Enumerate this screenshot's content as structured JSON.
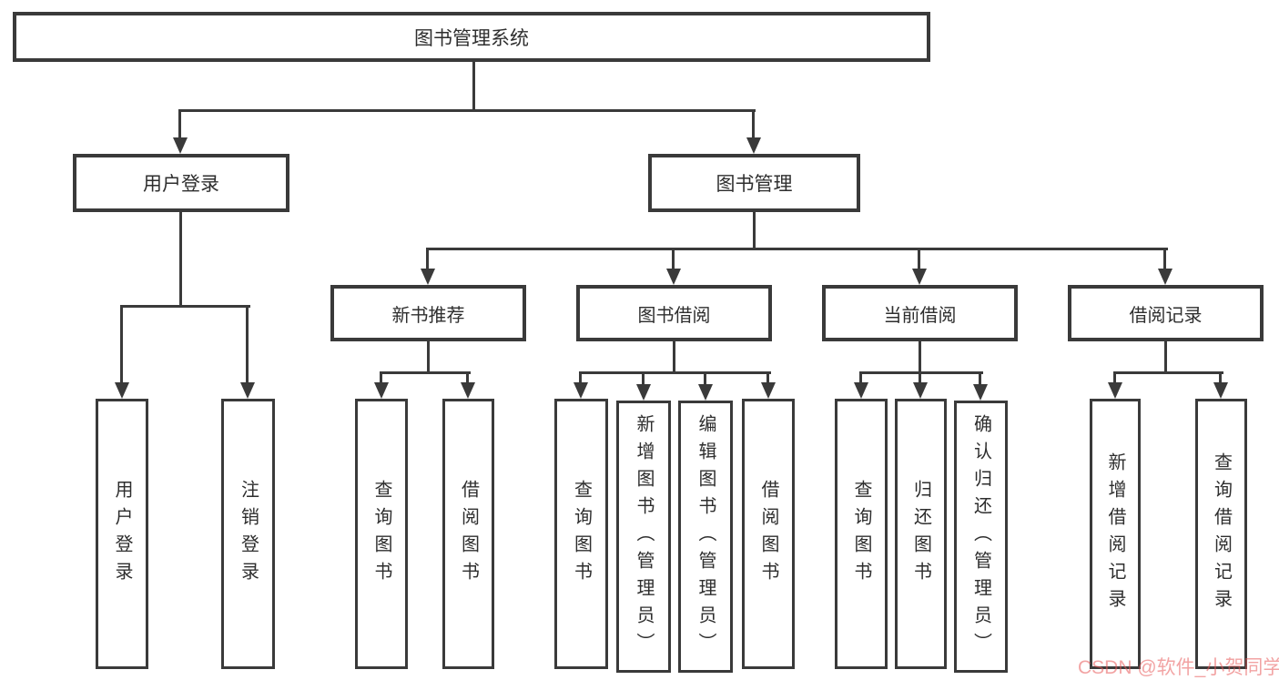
{
  "diagram_title": "图书管理系统",
  "tree": {
    "root": "图书管理系统",
    "branches": [
      {
        "label": "用户登录",
        "children": [
          "用户登录",
          "注销登录"
        ]
      },
      {
        "label": "图书管理",
        "children": [
          {
            "label": "新书推荐",
            "children": [
              "查询图书",
              "借阅图书"
            ]
          },
          {
            "label": "图书借阅",
            "children": [
              "查询图书",
              "新增图书（管理员）",
              "编辑图书（管理员）",
              "借阅图书"
            ]
          },
          {
            "label": "当前借阅",
            "children": [
              "查询图书",
              "归还图书",
              "确认归还（管理员）"
            ]
          },
          {
            "label": "借阅记录",
            "children": [
              "新增借阅记录",
              "查询借阅记录"
            ]
          }
        ]
      }
    ]
  },
  "watermark": {
    "text": "CSDN @软件_小贺同学",
    "color": "#e85858"
  },
  "colors": {
    "line": "#3a3a3a",
    "text": "#2e2e2e",
    "background": "#ffffff"
  }
}
